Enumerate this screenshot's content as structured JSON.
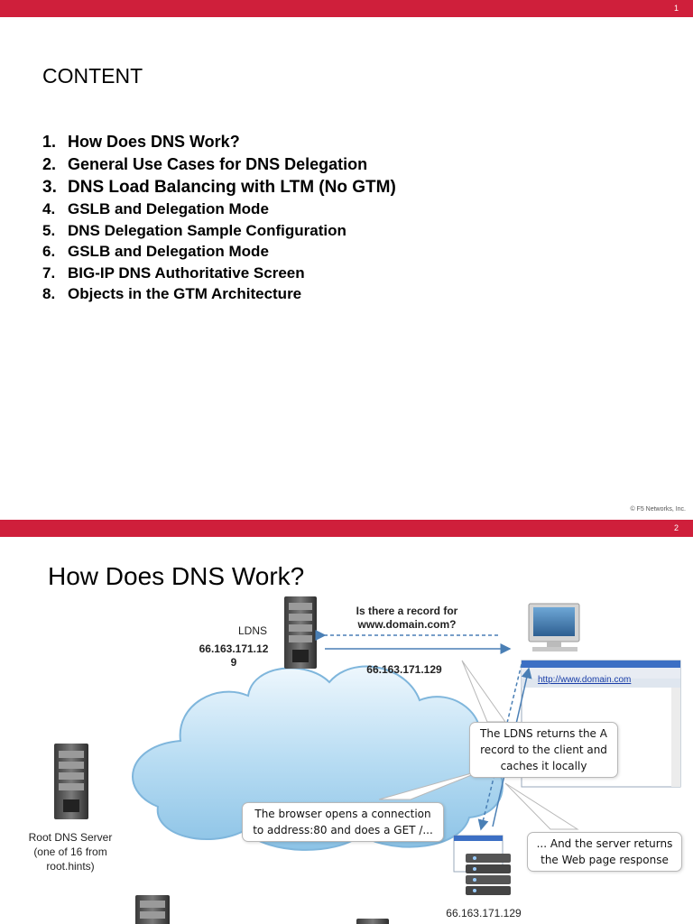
{
  "slide1": {
    "page_number": "1",
    "title": "CONTENT",
    "items": [
      {
        "num": "1.",
        "text": "How Does DNS Work?"
      },
      {
        "num": "2.",
        "text": "General Use Cases for DNS Delegation"
      },
      {
        "num": "3.",
        "text": "DNS Load Balancing with LTM (No GTM)"
      },
      {
        "num": "4.",
        "text": "GSLB and Delegation Mode"
      },
      {
        "num": "5.",
        "text": "DNS Delegation Sample Configuration"
      },
      {
        "num": "6.",
        "text": "GSLB and Delegation Mode"
      },
      {
        "num": "7.",
        "text": "BIG-IP DNS Authoritative Screen"
      },
      {
        "num": "8.",
        "text": "Objects in the GTM Architecture"
      }
    ],
    "copyright": "© F5 Networks, Inc."
  },
  "slide2": {
    "page_number": "2",
    "title": "How Does DNS Work?",
    "ldns_label": "LDNS",
    "ldns_ip_line1": "66.163.171.12",
    "ldns_ip_line2": "9",
    "query_line1": "Is there a record for",
    "query_line2": "www.domain.com?",
    "answer_ip": "66.163.171.129",
    "browser_url": "http://www.domain.com",
    "callout_ldns_line1": "The LDNS returns the A",
    "callout_ldns_line2": "record to the client and",
    "callout_ldns_line3": "caches it locally",
    "callout_browser_line1": "The browser opens a connection",
    "callout_browser_line2": "to address:80 and does a GET /...",
    "callout_server_line1": "... And the server returns",
    "callout_server_line2": "the Web page response",
    "root_line1": "Root DNS Server",
    "root_line2": "(one of 16 from",
    "root_line3": "root.hints)",
    "webserver_ip": "66.163.171.129"
  },
  "colors": {
    "accent_red": "#cf1f3b",
    "cloud_blue": "#a9d4ef",
    "arrow_blue": "#4a7fb5"
  }
}
